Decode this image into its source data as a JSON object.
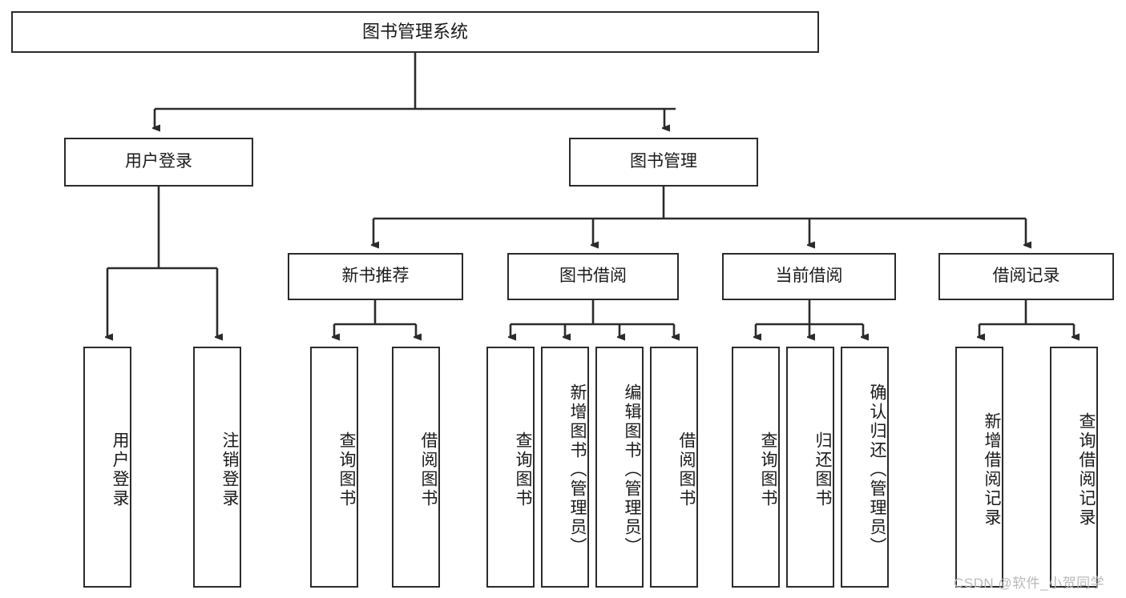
{
  "diagram": {
    "type": "tree-hierarchy",
    "title": "图书管理系统",
    "root": {
      "id": "root",
      "label": "图书管理系统"
    },
    "level1": [
      {
        "id": "user-login",
        "label": "用户登录"
      },
      {
        "id": "book-management",
        "label": "图书管理"
      }
    ],
    "level2": [
      {
        "id": "new-book-recommend",
        "label": "新书推荐",
        "parent": "book-management"
      },
      {
        "id": "book-borrow",
        "label": "图书借阅",
        "parent": "book-management"
      },
      {
        "id": "current-borrow",
        "label": "当前借阅",
        "parent": "book-management"
      },
      {
        "id": "borrow-record",
        "label": "借阅记录",
        "parent": "book-management"
      }
    ],
    "leaves": [
      {
        "id": "leaf-user-login",
        "label": "用户登录",
        "parent": "user-login"
      },
      {
        "id": "leaf-logout-login",
        "label": "注销登录",
        "parent": "user-login"
      },
      {
        "id": "leaf-query-book-1",
        "label": "查询图书",
        "parent": "new-book-recommend"
      },
      {
        "id": "leaf-borrow-book-1",
        "label": "借阅图书",
        "parent": "new-book-recommend"
      },
      {
        "id": "leaf-query-book-2",
        "label": "查询图书",
        "parent": "book-borrow"
      },
      {
        "id": "leaf-add-book",
        "label": "新增图书（管理员）",
        "parent": "book-borrow"
      },
      {
        "id": "leaf-edit-book",
        "label": "编辑图书（管理员）",
        "parent": "book-borrow"
      },
      {
        "id": "leaf-borrow-book-2",
        "label": "借阅图书",
        "parent": "book-borrow"
      },
      {
        "id": "leaf-query-book-3",
        "label": "查询图书",
        "parent": "current-borrow"
      },
      {
        "id": "leaf-return-book",
        "label": "归还图书",
        "parent": "current-borrow"
      },
      {
        "id": "leaf-confirm-return",
        "label": "确认归还（管理员）",
        "parent": "current-borrow"
      },
      {
        "id": "leaf-add-record",
        "label": "新增借阅记录",
        "parent": "borrow-record"
      },
      {
        "id": "leaf-query-record",
        "label": "查询借阅记录",
        "parent": "borrow-record"
      }
    ]
  },
  "watermark": {
    "text": "CSDN @软件_小贺同学"
  },
  "colors": {
    "stroke": "#2b2b2b",
    "background": "#ffffff",
    "text": "#1a1a1a",
    "watermark": "#b9b9b9"
  }
}
